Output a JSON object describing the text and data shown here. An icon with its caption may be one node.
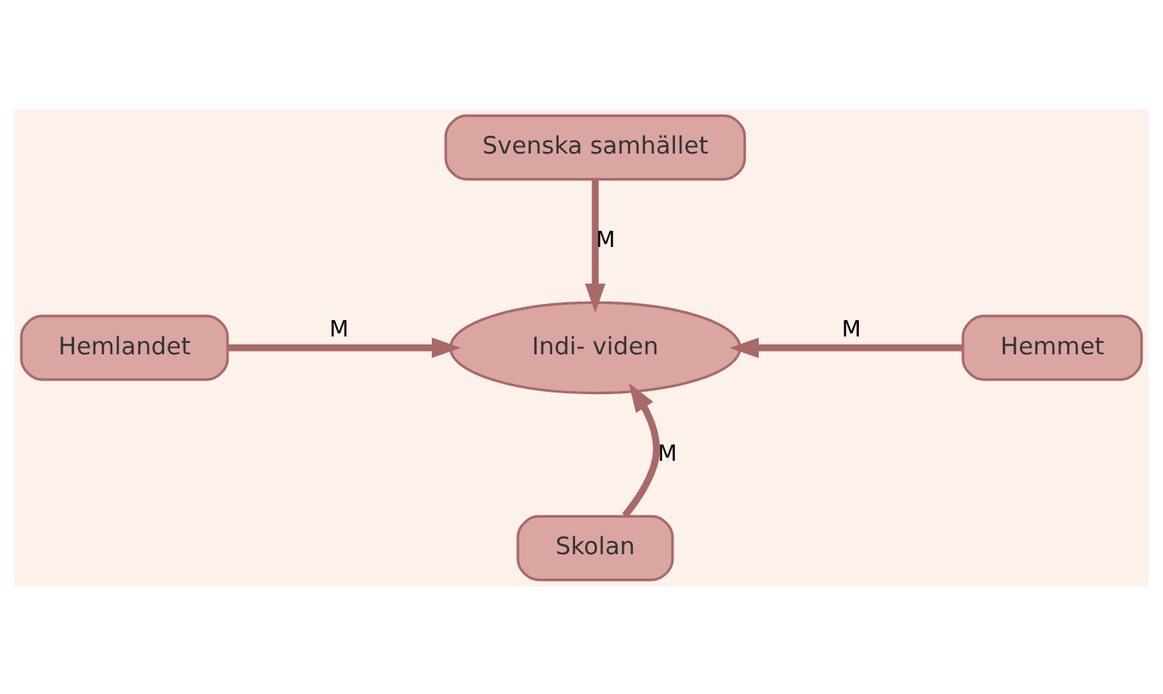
{
  "diagram": {
    "nodes": [
      {
        "text": [
          "Svenska samhället"
        ]
      },
      {
        "text": [
          "Hemlandet"
        ]
      },
      {
        "text": [
          "Indi- viden"
        ]
      },
      {
        "text": [
          "Hemmet"
        ]
      },
      {
        "text": [
          "Skolan"
        ]
      }
    ],
    "edges": [
      {
        "from": 0,
        "to": 2,
        "arrow": "to",
        "label": "M"
      },
      {
        "from": 1,
        "to": 2,
        "arrow": "to",
        "label": "M"
      },
      {
        "from": 3,
        "to": 2,
        "arrow": "to",
        "label": "M"
      },
      {
        "from": 4,
        "to": 2,
        "arrow": "to",
        "label": "M"
      }
    ]
  }
}
